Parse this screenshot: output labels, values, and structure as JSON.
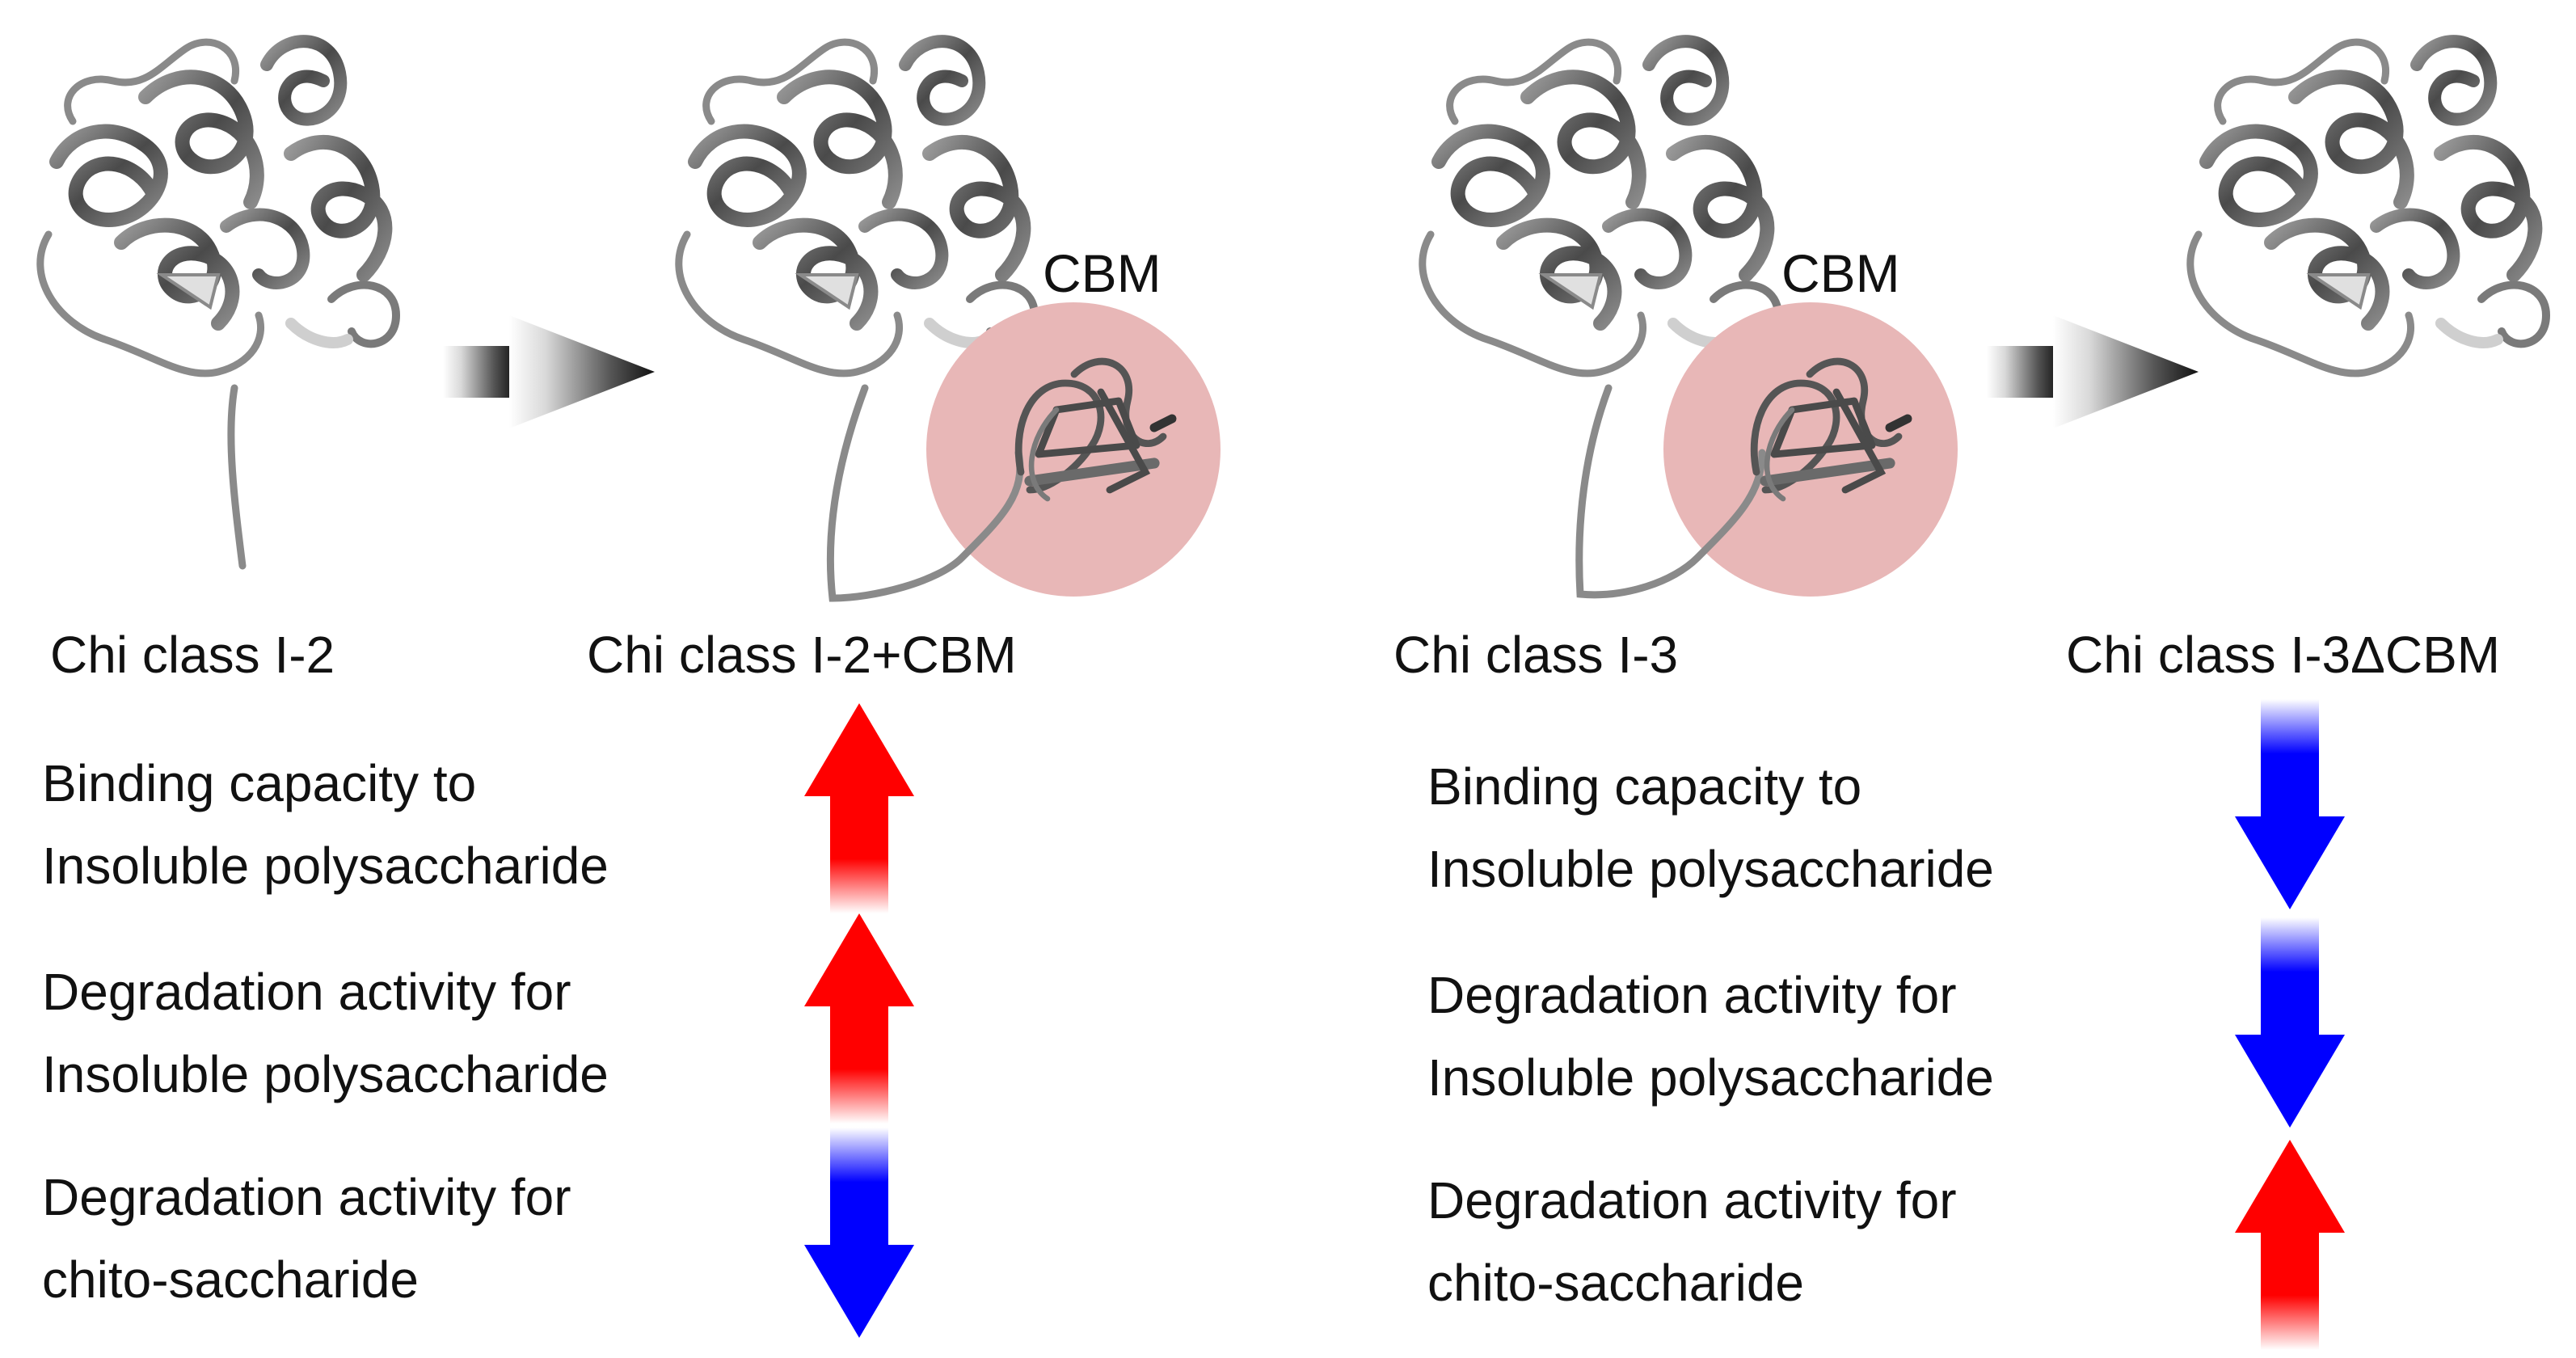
{
  "colors": {
    "increase": "#ff0000",
    "decrease": "#0000ff",
    "cbm_circle": "#e8b7b7",
    "protein": "#6e6e6e"
  },
  "left_panel": {
    "structure_labels": [
      "Chi class I-2",
      "Chi class I-2+CBM"
    ],
    "cbm_label": "CBM",
    "effects": [
      {
        "line1": "Binding capacity to",
        "line2": "Insoluble polysaccharide",
        "direction": "up"
      },
      {
        "line1": "Degradation activity for",
        "line2": "Insoluble polysaccharide",
        "direction": "up"
      },
      {
        "line1": "Degradation activity for",
        "line2": "chito-saccharide",
        "direction": "down"
      }
    ]
  },
  "right_panel": {
    "structure_labels": [
      "Chi class I-3",
      "Chi class I-3ΔCBM"
    ],
    "cbm_label": "CBM",
    "effects": [
      {
        "line1": "Binding capacity to",
        "line2": "Insoluble polysaccharide",
        "direction": "down"
      },
      {
        "line1": "Degradation activity for",
        "line2": "Insoluble polysaccharide",
        "direction": "down"
      },
      {
        "line1": "Degradation activity for",
        "line2": "chito-saccharide",
        "direction": "up"
      }
    ]
  },
  "icons": {
    "conversion_arrow": "gradient-right-arrow",
    "protein": "ribbon-protein-structure-icon"
  }
}
